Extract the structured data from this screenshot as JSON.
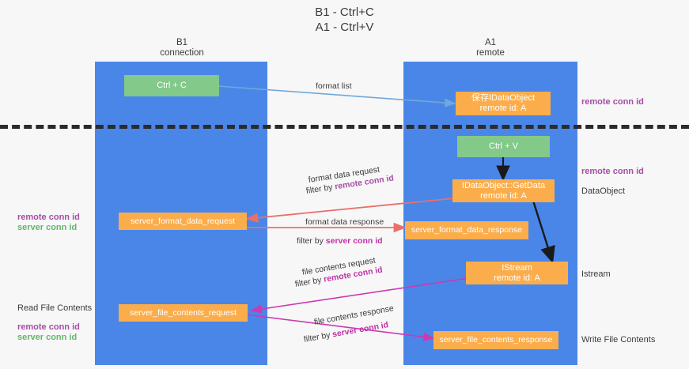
{
  "title": "B1 - Ctrl+C\nA1 - Ctrl+V",
  "columns": [
    {
      "header": "B1\nconnection"
    },
    {
      "header": "A1\nremote"
    }
  ],
  "nodes": {
    "ctrl_c": "Ctrl + C",
    "ctrl_v": "Ctrl + V",
    "save_dataobject": "保存IDataObject\nremote id: A",
    "getdata": "IDataObject::GetData\nremote id: A",
    "istream": "IStream\nremote id: A",
    "server_format_data_request": "server_format_data_request",
    "server_format_data_response": "server_format_data_response",
    "server_file_contents_request": "server_file_contents_request",
    "server_file_contents_response": "server_file_contents_response"
  },
  "edge_labels": {
    "format_list": "format list",
    "format_data_request": "format data request",
    "format_data_request_filter_prefix": "filter by ",
    "format_data_request_filter_key": "remote conn id",
    "format_data_response": "format data response",
    "format_data_response_filter_prefix": "filter by ",
    "format_data_response_filter_key": "server conn id",
    "file_contents_request": "file contents request",
    "file_contents_request_filter_prefix": "filter by ",
    "file_contents_request_filter_key": "remote conn id",
    "file_contents_response": "file contents response",
    "file_contents_response_filter_prefix": "filter by ",
    "file_contents_response_filter_key": "server conn id"
  },
  "annotations": {
    "right_remote_conn_id_top": "remote conn id",
    "right_remote_conn_id_mid": "remote conn id",
    "right_dataobject": "DataObject",
    "right_istream": "Istream",
    "right_write_file_contents": "Write File Contents",
    "left_remote_conn_id": "remote conn id",
    "left_server_conn_id": "server conn id",
    "left_read_file_contents": "Read File Contents",
    "left_remote_conn_id_2": "remote conn id",
    "left_server_conn_id_2": "server conn id"
  },
  "colors": {
    "column": "#4a86e8",
    "green_node": "#82c98a",
    "orange_node": "#fbad4b",
    "purple": "#a64ca6",
    "magenta": "#c030a8",
    "green_text": "#63b66b",
    "arrow_blue": "#6fa8dc",
    "arrow_red": "#e8706a",
    "arrow_magenta": "#cc39b0",
    "arrow_black": "#1a1a1a",
    "divider": "#2b2b2b",
    "background": "#f7f7f7"
  }
}
